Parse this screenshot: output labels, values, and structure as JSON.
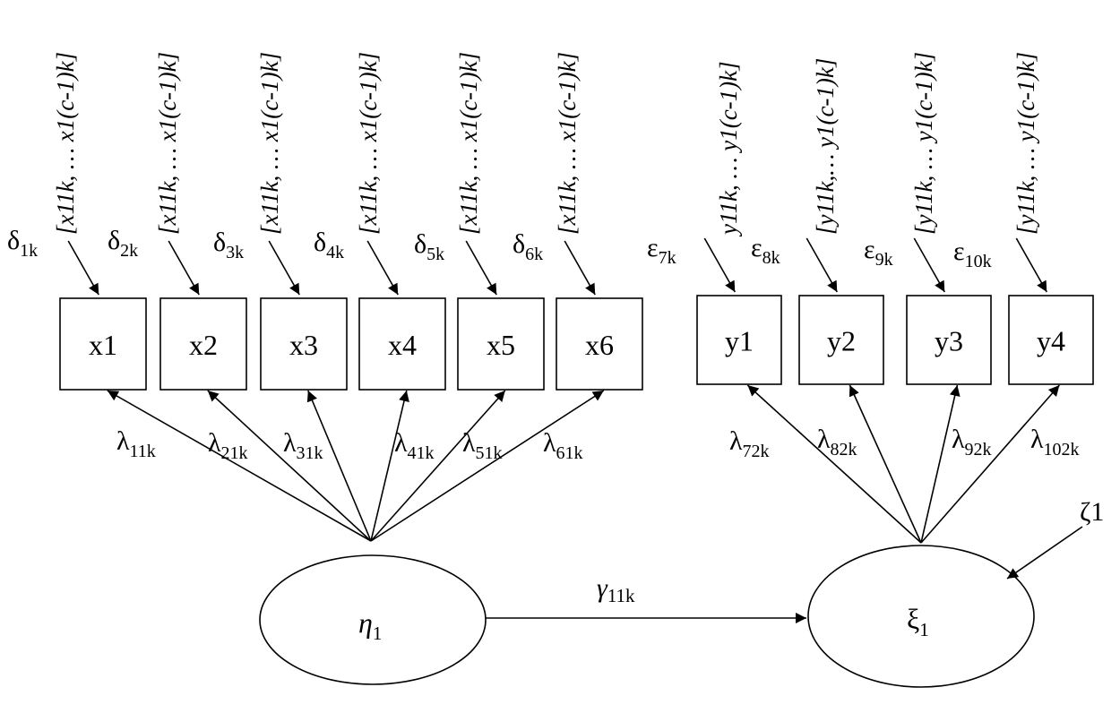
{
  "colors": {
    "stroke": "#000000",
    "background": "#ffffff"
  },
  "x_boxes": [
    {
      "label": "x1",
      "error": "δ",
      "error_sub": "1k",
      "loading": "λ",
      "loading_sub": "11k",
      "threshold": "[x11k, … x1(c-1)k]"
    },
    {
      "label": "x2",
      "error": "δ",
      "error_sub": "2k",
      "loading": "λ",
      "loading_sub": "21k",
      "threshold": "[x11k, … x1(c-1)k]"
    },
    {
      "label": "x3",
      "error": "δ",
      "error_sub": "3k",
      "loading": "λ",
      "loading_sub": "31k",
      "threshold": "[x11k, … x1(c-1)k]"
    },
    {
      "label": "x4",
      "error": "δ",
      "error_sub": "4k",
      "loading": "λ",
      "loading_sub": "41k",
      "threshold": "[x11k, … x1(c-1)k]"
    },
    {
      "label": "x5",
      "error": "δ",
      "error_sub": "5k",
      "loading": "λ",
      "loading_sub": "51k",
      "threshold": "[x11k, … x1(c-1)k]"
    },
    {
      "label": "x6",
      "error": "δ",
      "error_sub": "6k",
      "loading": "λ",
      "loading_sub": "61k",
      "threshold": "[x11k, … x1(c-1)k]"
    }
  ],
  "y_boxes": [
    {
      "label": "y1",
      "error": "ε",
      "error_sub": "7k",
      "loading": "λ",
      "loading_sub": "72k",
      "threshold": "y11k, … y1(c-1)k]"
    },
    {
      "label": "y2",
      "error": "ε",
      "error_sub": "8k",
      "loading": "λ",
      "loading_sub": "82k",
      "threshold": "[y11k,… y1(c-1)k]"
    },
    {
      "label": "y3",
      "error": "ε",
      "error_sub": "9k",
      "loading": "λ",
      "loading_sub": "92k",
      "threshold": "[y11k, … y1(c-1)k]"
    },
    {
      "label": "y4",
      "error": "ε",
      "error_sub": "10k",
      "loading": "λ",
      "loading_sub": "102k",
      "threshold": "[y11k, … y1(c-1)k]"
    }
  ],
  "latent_left": {
    "symbol": "η",
    "sub": "1"
  },
  "latent_right": {
    "symbol": "ξ",
    "sub": "1"
  },
  "path": {
    "symbol": "γ",
    "sub": "11k"
  },
  "disturbance": {
    "label": "ζ1"
  }
}
